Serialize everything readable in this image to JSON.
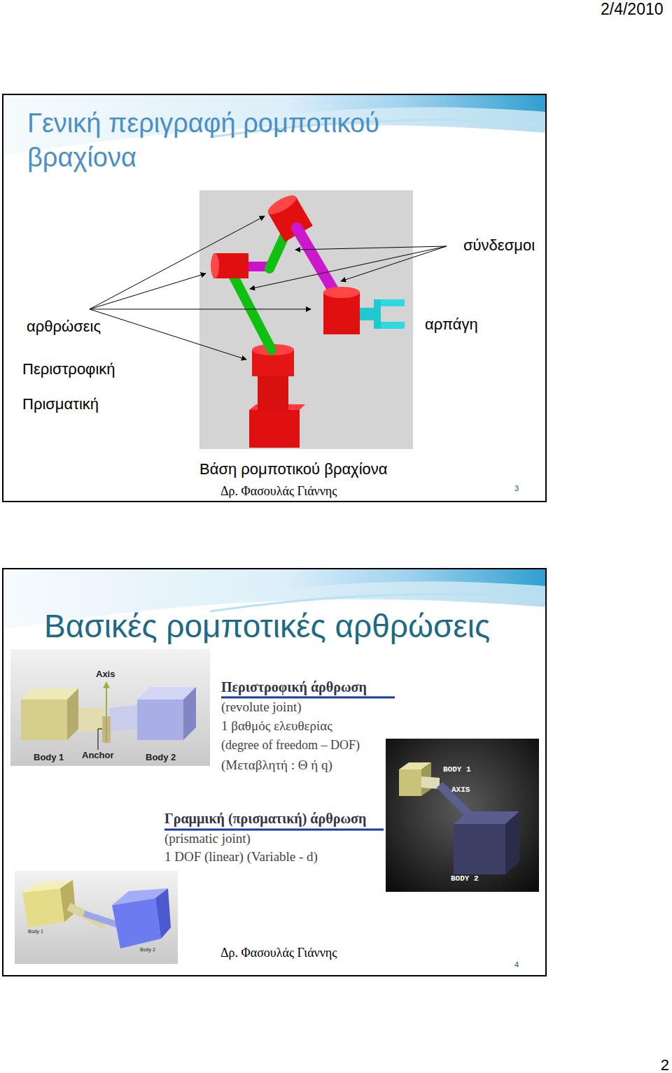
{
  "diagram": {
    "nodes": [
      {
        "text": [
          "Γενική περιγραφή ρομποτικού βραχίονα"
        ]
      },
      {
        "text": [
          "Βασικές ρομποτικές αρθρώσεις"
        ]
      }
    ],
    "labels": [
      "2/4/2010",
      "σύνδεσμοι",
      "αρθρώσεις",
      "αρπάγη",
      "Περιστροφική",
      "Πρισματική",
      "Βάση ρομποτικού βραχίονα",
      "Δρ. Φασουλάς Γιάννης",
      "3",
      "Axis",
      "Body 1",
      "Anchor",
      "Body 2",
      "Περιστροφική άρθρωση",
      "(revolute joint)",
      "1 βαθμός ελευθερίας",
      "(degree of freedom – DOF)",
      "(Μεταβλητή : Θ ή q)",
      "BODY 1",
      "AXIS",
      "Γραμμική (πρισματική) άρθρωση",
      "(prismatic joint)",
      "1 DOF (linear) (Variable - d)",
      "BODY 2",
      "Body 1",
      "Body 2",
      "Δρ. Φασουλάς Γιάννης",
      "4",
      "2"
    ]
  }
}
